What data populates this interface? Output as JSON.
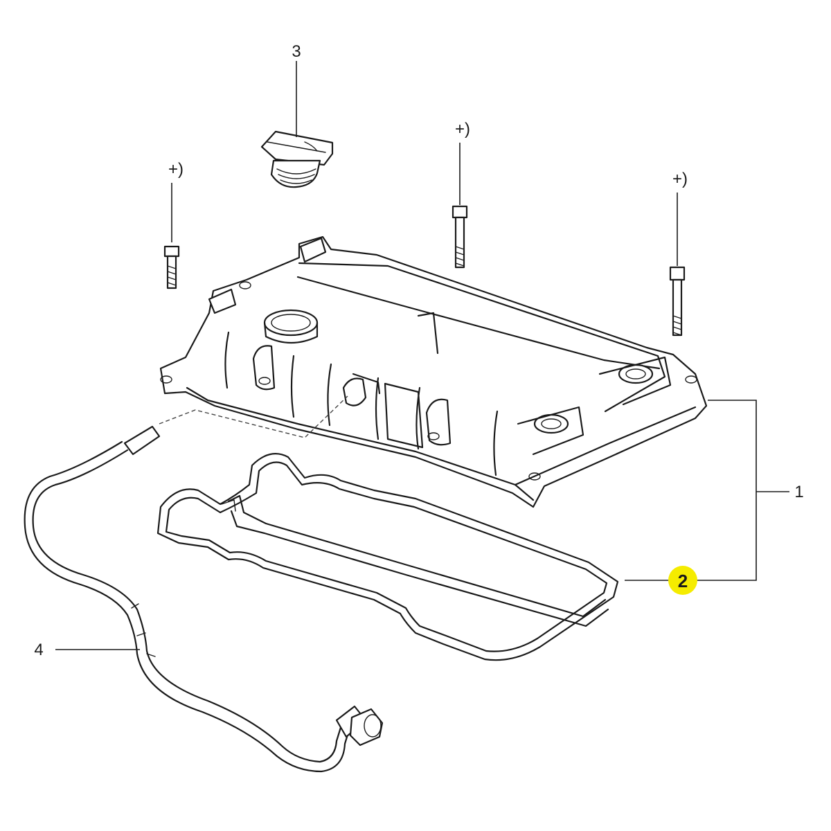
{
  "callouts": {
    "cover": "1",
    "gasket": "2",
    "cap": "3",
    "hose": "4",
    "bolt_left": "+)",
    "bolt_mid": "+)",
    "bolt_right": "+)"
  },
  "colors": {
    "highlight": "#f5ec00",
    "line": "#1a1a1a",
    "background": "#ffffff"
  }
}
